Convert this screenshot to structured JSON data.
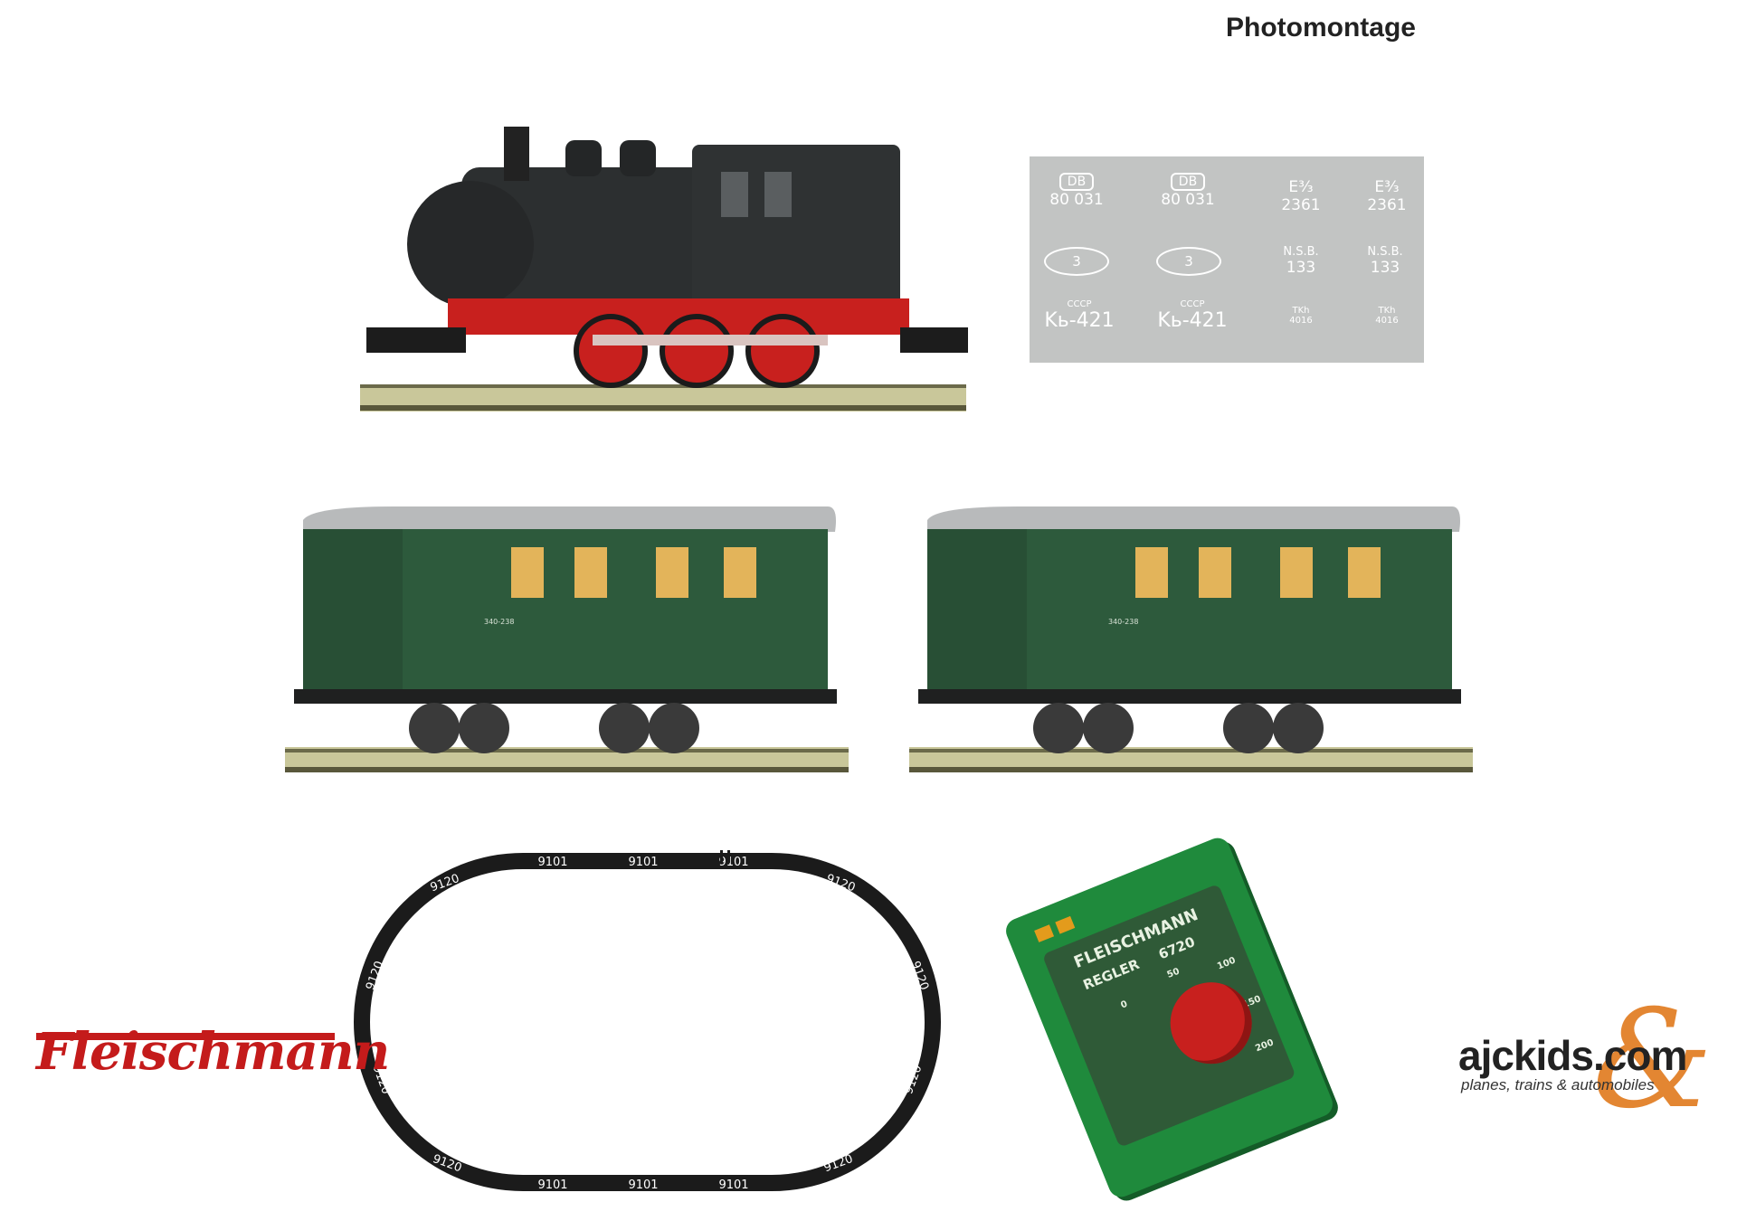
{
  "caption": "Photomontage",
  "decal_sheet": {
    "col1_row1": "80 031",
    "col2_row1": "80 031",
    "col3_row1_top": "E³⁄₃",
    "col3_row1_num": "2361",
    "col4_row1_top": "E³⁄₃",
    "col4_row1_num": "2361",
    "col1_row2": "3",
    "col2_row2": "3",
    "col3_row2_top": "N.S.B.",
    "col3_row2_num": "133",
    "col4_row2_top": "N.S.B.",
    "col4_row2_num": "133",
    "col1_row3_top": "CCCP",
    "col1_row3_num": "Kь-421",
    "col2_row3_top": "CCCP",
    "col2_row3_num": "Kь-421",
    "col3_row3_top": "TKh",
    "col3_row3_num": "4016",
    "col4_row3_top": "TKh",
    "col4_row3_num": "4016",
    "db_badge": "DB"
  },
  "coach_number": "340-238",
  "track_labels": {
    "straight": "9101",
    "curve": "9120"
  },
  "controller": {
    "brand": "FLEISCHMANN",
    "model_line1": "REGLER",
    "model_line2": "6720",
    "scale_marks": [
      "0",
      "50",
      "100",
      "150",
      "200"
    ]
  },
  "logos": {
    "fleischmann": "Fleischmann",
    "ajckids": "ajckids.com",
    "ajckids_tagline": "planes, trains & automobiles"
  },
  "colors": {
    "boiler_black": "#2c2f30",
    "frame_red": "#c8201e",
    "coach_green": "#2d5a3c",
    "roof_grey": "#b8babb",
    "decal_bg": "#c2c4c3",
    "controller_green": "#1f8a3c",
    "fleischmann_red": "#c41b1b",
    "ajckids_orange": "#e07a1c"
  }
}
